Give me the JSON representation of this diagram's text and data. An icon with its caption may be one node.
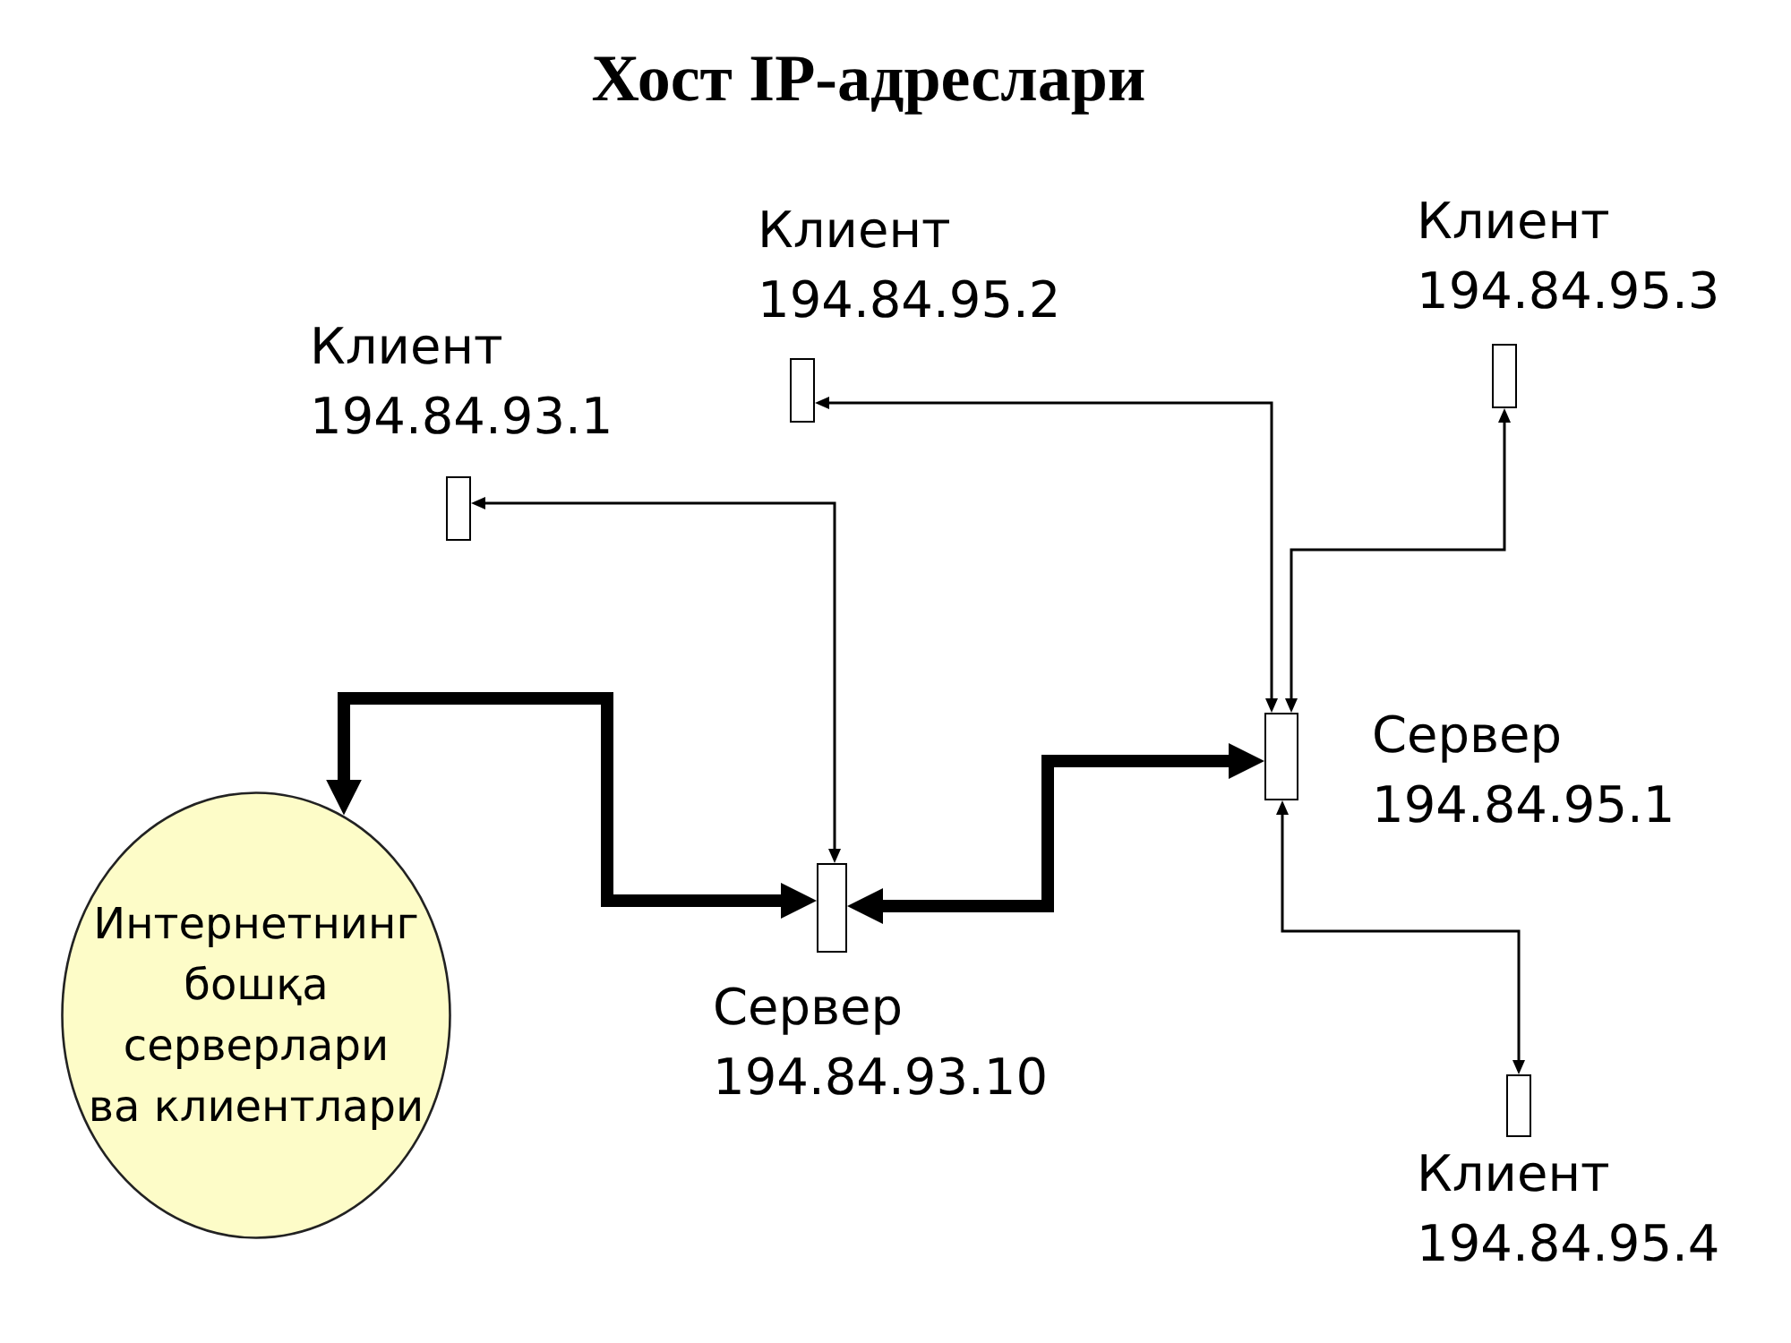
{
  "diagram": {
    "title": "Хост IP-адреслари",
    "nodes": [
      {
        "text": [],
        "shape": "box",
        "beside": [
          "Клиент 194.84.95.2"
        ]
      },
      {
        "text": [],
        "shape": "box",
        "beside": [
          "Клиент 194.84.95.3"
        ]
      },
      {
        "text": [],
        "shape": "box",
        "beside": [
          "Клиент 194.84.93.1"
        ]
      },
      {
        "text": [],
        "shape": "box",
        "beside": [
          "Сервер 194.84.95.1"
        ]
      },
      {
        "text": [
          "Интернетнинг бошқа серверлари ва клиентлари"
        ]
      },
      {
        "text": [],
        "shape": "box",
        "beside": [
          "Сервер 194.84.93.10"
        ]
      },
      {
        "text": [],
        "shape": "box",
        "beside": [
          "Клиент 194.84.95.4"
        ]
      }
    ],
    "edges": [
      {
        "from": 5,
        "to": 2,
        "arrow": "both"
      },
      {
        "from": 3,
        "to": 0,
        "arrow": "both"
      },
      {
        "from": 3,
        "to": 1,
        "arrow": "both"
      },
      {
        "from": 3,
        "to": 6,
        "arrow": "both"
      },
      {
        "from": 5,
        "to": 3,
        "arrow": "both",
        "style": "thick"
      },
      {
        "from": 5,
        "to": 4,
        "arrow": "both",
        "style": "thick"
      }
    ]
  }
}
